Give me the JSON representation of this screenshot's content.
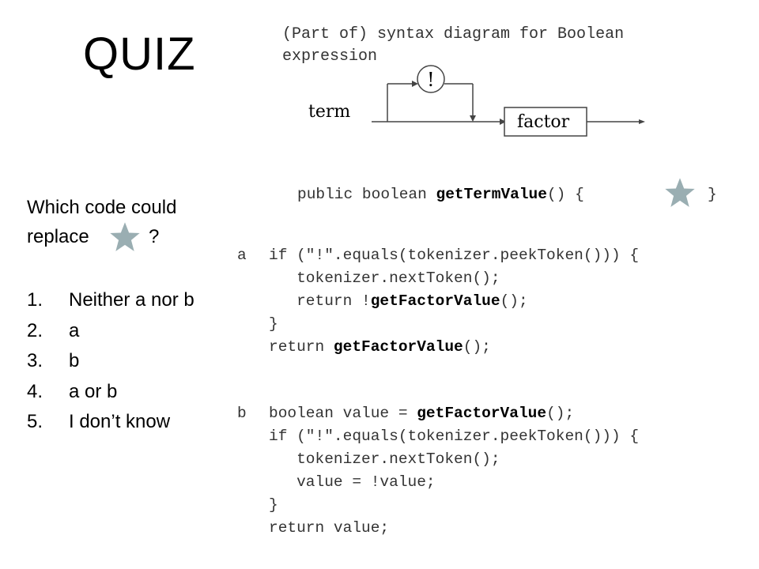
{
  "slide": {
    "title": "QUIZ",
    "caption": "(Part of) syntax diagram for Boolean expression"
  },
  "diagram": {
    "term_label": "term",
    "not_symbol": "!",
    "factor_label": "factor"
  },
  "signature": {
    "prefix": "public boolean ",
    "method": "getTermValue",
    "suffix": "() { ",
    "close": "}"
  },
  "question": {
    "line1": "Which code could",
    "line2_before": "replace",
    "line2_after": "?",
    "star_icon": "star-icon",
    "star_color": "#9aaeb2",
    "options": [
      {
        "num": "1.",
        "text": "Neither a nor b"
      },
      {
        "num": "2.",
        "text": "a"
      },
      {
        "num": "3.",
        "text": "b"
      },
      {
        "num": "4.",
        "text": "a or b"
      },
      {
        "num": "5.",
        "text": "I don’t know"
      }
    ]
  },
  "option_a": {
    "letter": "a",
    "lines": [
      [
        {
          "t": "if (\"!\".equals(tokenizer.peekToken())) {"
        }
      ],
      [
        {
          "t": "   tokenizer.nextToken();"
        }
      ],
      [
        {
          "t": "   return !"
        },
        {
          "t": "getFactorValue",
          "b": true
        },
        {
          "t": "();"
        }
      ],
      [
        {
          "t": "}"
        }
      ],
      [
        {
          "t": "return "
        },
        {
          "t": "getFactorValue",
          "b": true
        },
        {
          "t": "();"
        }
      ]
    ]
  },
  "option_b": {
    "letter": "b",
    "lines": [
      [
        {
          "t": "boolean value = "
        },
        {
          "t": "getFactorValue",
          "b": true
        },
        {
          "t": "();"
        }
      ],
      [
        {
          "t": "if (\"!\".equals(tokenizer.peekToken())) {"
        }
      ],
      [
        {
          "t": "   tokenizer.nextToken();"
        }
      ],
      [
        {
          "t": "   value = !value;"
        }
      ],
      [
        {
          "t": "}"
        }
      ],
      [
        {
          "t": "return value;"
        }
      ]
    ]
  }
}
